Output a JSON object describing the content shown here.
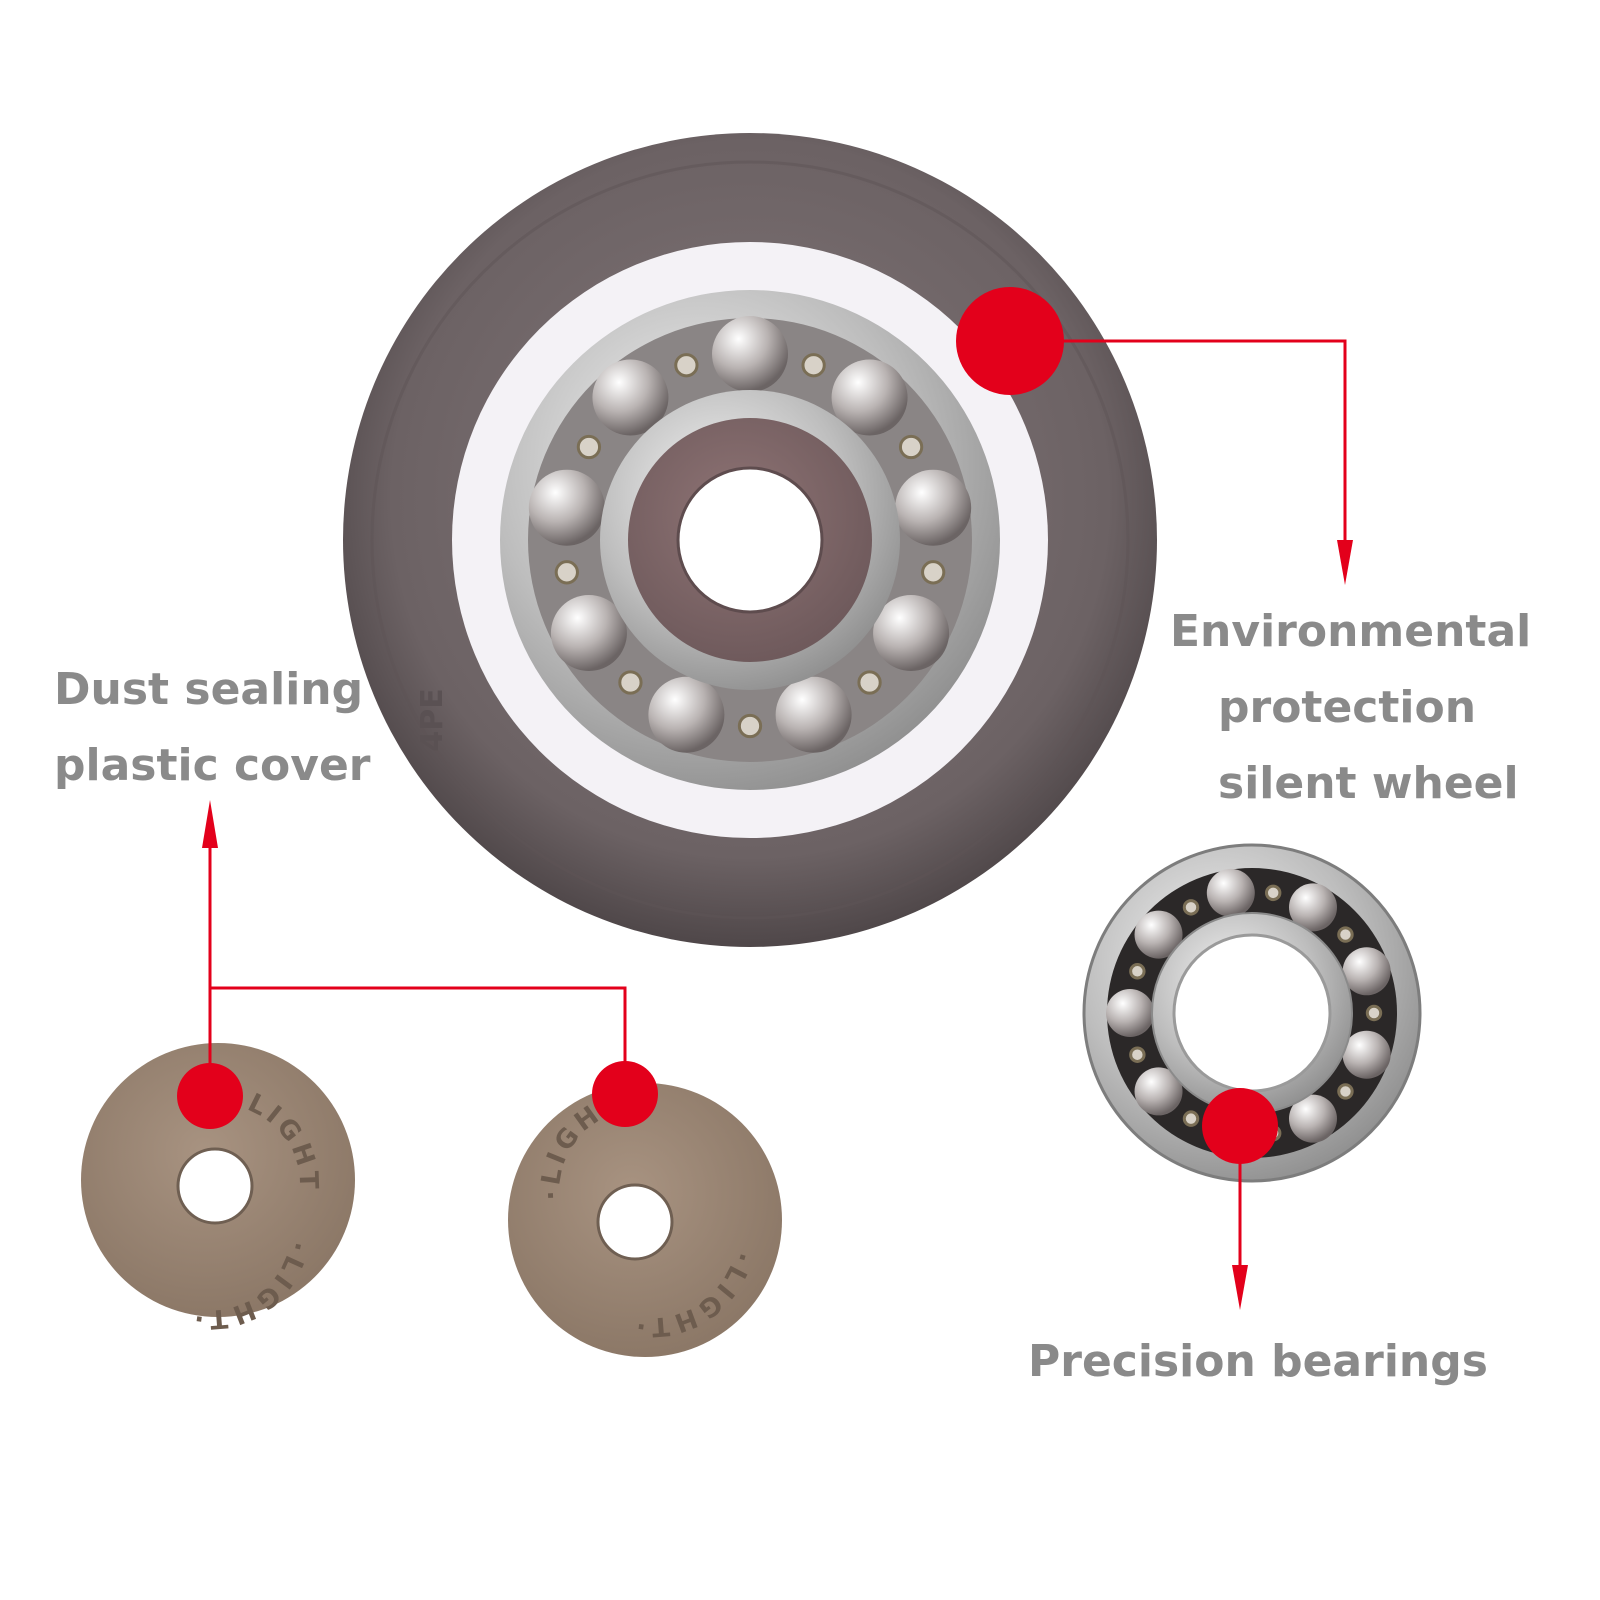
{
  "colors": {
    "accent_red": "#e3001b",
    "label_gray": "#8a8a8a",
    "tire_gray": "#6e6466",
    "cover_taupe": "#9c8774",
    "steel": "#c9c9c9"
  },
  "labels": {
    "dust_cover": [
      "Dust sealing",
      "plastic cover"
    ],
    "wheel": [
      "Environmental",
      "protection",
      "silent wheel"
    ],
    "bearing": "Precision bearings"
  },
  "engravings": {
    "wheel_mark": "4PE",
    "cover_text": "·LIGHT·"
  },
  "icons": [
    "marker-dot",
    "arrow-down",
    "arrow-up"
  ]
}
